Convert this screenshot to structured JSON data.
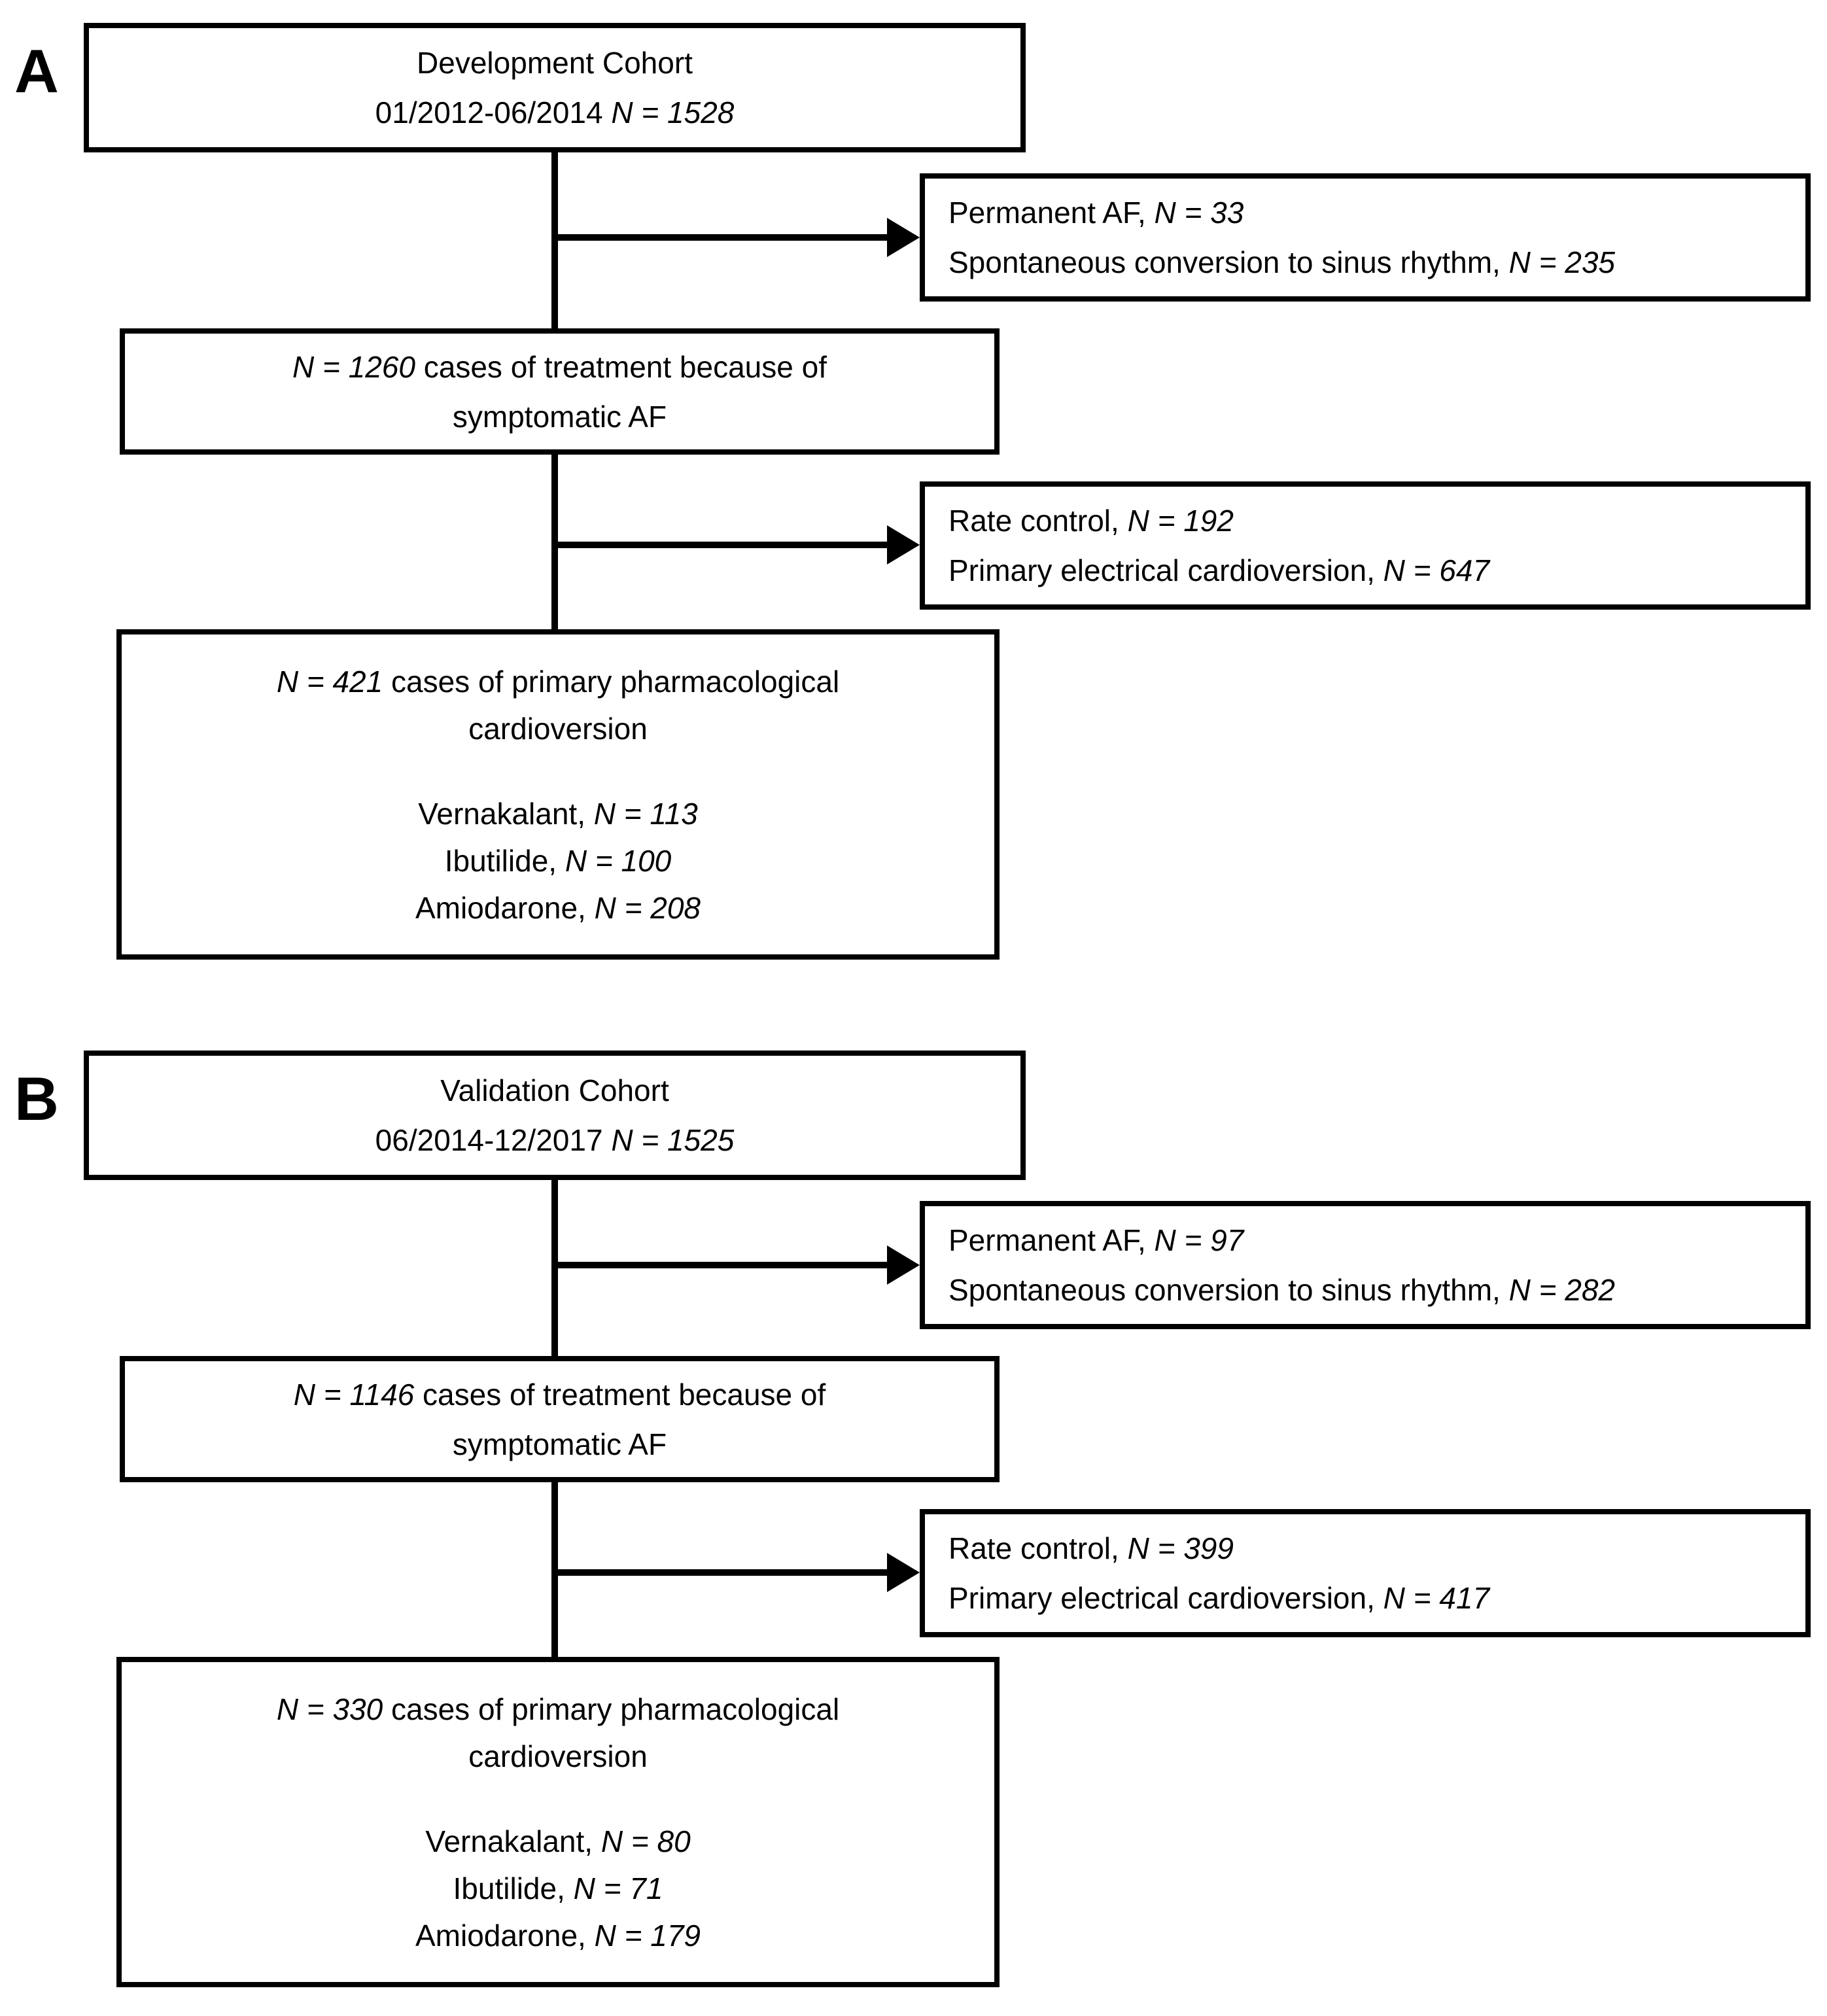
{
  "figure": {
    "background_color": "#ffffff",
    "line_color": "#000000"
  },
  "panels": [
    {
      "label": "A",
      "cohort_box": {
        "title": "Development Cohort",
        "period": "01/2012-06/2014 ",
        "n": "N = 1528"
      },
      "exclusion_box_1": {
        "line1_label": "Permanent AF, ",
        "line1_n": "N = 33",
        "line2_label": "Spontaneous conversion to sinus rhythm, ",
        "line2_n": "N = 235"
      },
      "treatment_box": {
        "n": "N = 1260",
        "text": " cases of treatment because of",
        "line2": "symptomatic AF"
      },
      "exclusion_box_2": {
        "line1_label": "Rate control, ",
        "line1_n": "N = 192",
        "line2_label": "Primary electrical cardioversion, ",
        "line2_n": "N = 647"
      },
      "pharm_box": {
        "n": "N = 421",
        "text": " cases of primary pharmacological",
        "line2": "cardioversion",
        "drugs": [
          {
            "label": "Vernakalant, ",
            "n": "N = 113"
          },
          {
            "label": "Ibutilide, ",
            "n": "N = 100"
          },
          {
            "label": "Amiodarone, ",
            "n": "N = 208"
          }
        ]
      }
    },
    {
      "label": "B",
      "cohort_box": {
        "title": "Validation Cohort",
        "period": "06/2014-12/2017 ",
        "n": "N = 1525"
      },
      "exclusion_box_1": {
        "line1_label": "Permanent AF, ",
        "line1_n": "N = 97",
        "line2_label": "Spontaneous conversion to sinus rhythm, ",
        "line2_n": "N = 282"
      },
      "treatment_box": {
        "n": "N = 1146",
        "text": " cases of treatment because of",
        "line2": "symptomatic AF"
      },
      "exclusion_box_2": {
        "line1_label": "Rate control, ",
        "line1_n": "N = 399",
        "line2_label": "Primary electrical cardioversion, ",
        "line2_n": "N = 417"
      },
      "pharm_box": {
        "n": "N = 330",
        "text": " cases of primary pharmacological",
        "line2": "cardioversion",
        "drugs": [
          {
            "label": "Vernakalant, ",
            "n": "N = 80"
          },
          {
            "label": "Ibutilide, ",
            "n": "N = 71"
          },
          {
            "label": "Amiodarone, ",
            "n": "N = 179"
          }
        ]
      }
    }
  ]
}
